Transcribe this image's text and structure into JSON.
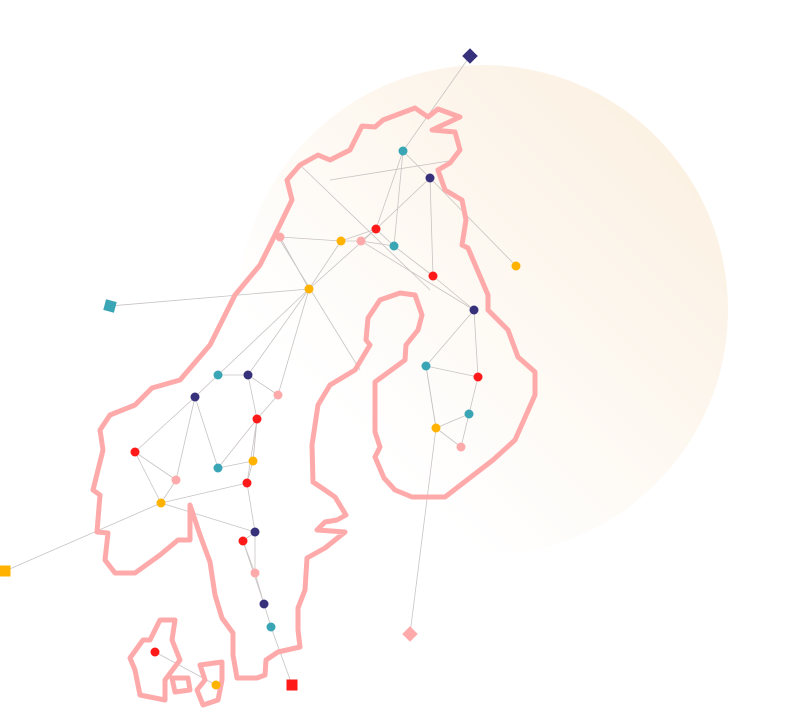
{
  "palette": {
    "navy": "#37307a",
    "teal": "#3aa5b5",
    "red": "#ff1a1a",
    "yellow": "#ffb300",
    "pink": "#ffaaaa",
    "outline": "#ffaaaa",
    "edge": "#c9c3c3",
    "glow_start": "#fbeedd",
    "glow_end": "#ffffff"
  },
  "node_colors": [
    "teal",
    "navy",
    "red",
    "yellow",
    "pink",
    "teal",
    "pink",
    "red",
    "yellow",
    "navy",
    "teal",
    "red",
    "teal",
    "yellow",
    "pink",
    "teal",
    "navy",
    "navy",
    "pink",
    "red",
    "red",
    "teal",
    "yellow",
    "pink",
    "red",
    "yellow",
    "navy",
    "red",
    "pink",
    "navy",
    "teal",
    "red",
    "yellow"
  ],
  "terminal_colors": [
    "navy",
    "teal",
    "yellow",
    "yellow",
    "pink",
    "red"
  ]
}
